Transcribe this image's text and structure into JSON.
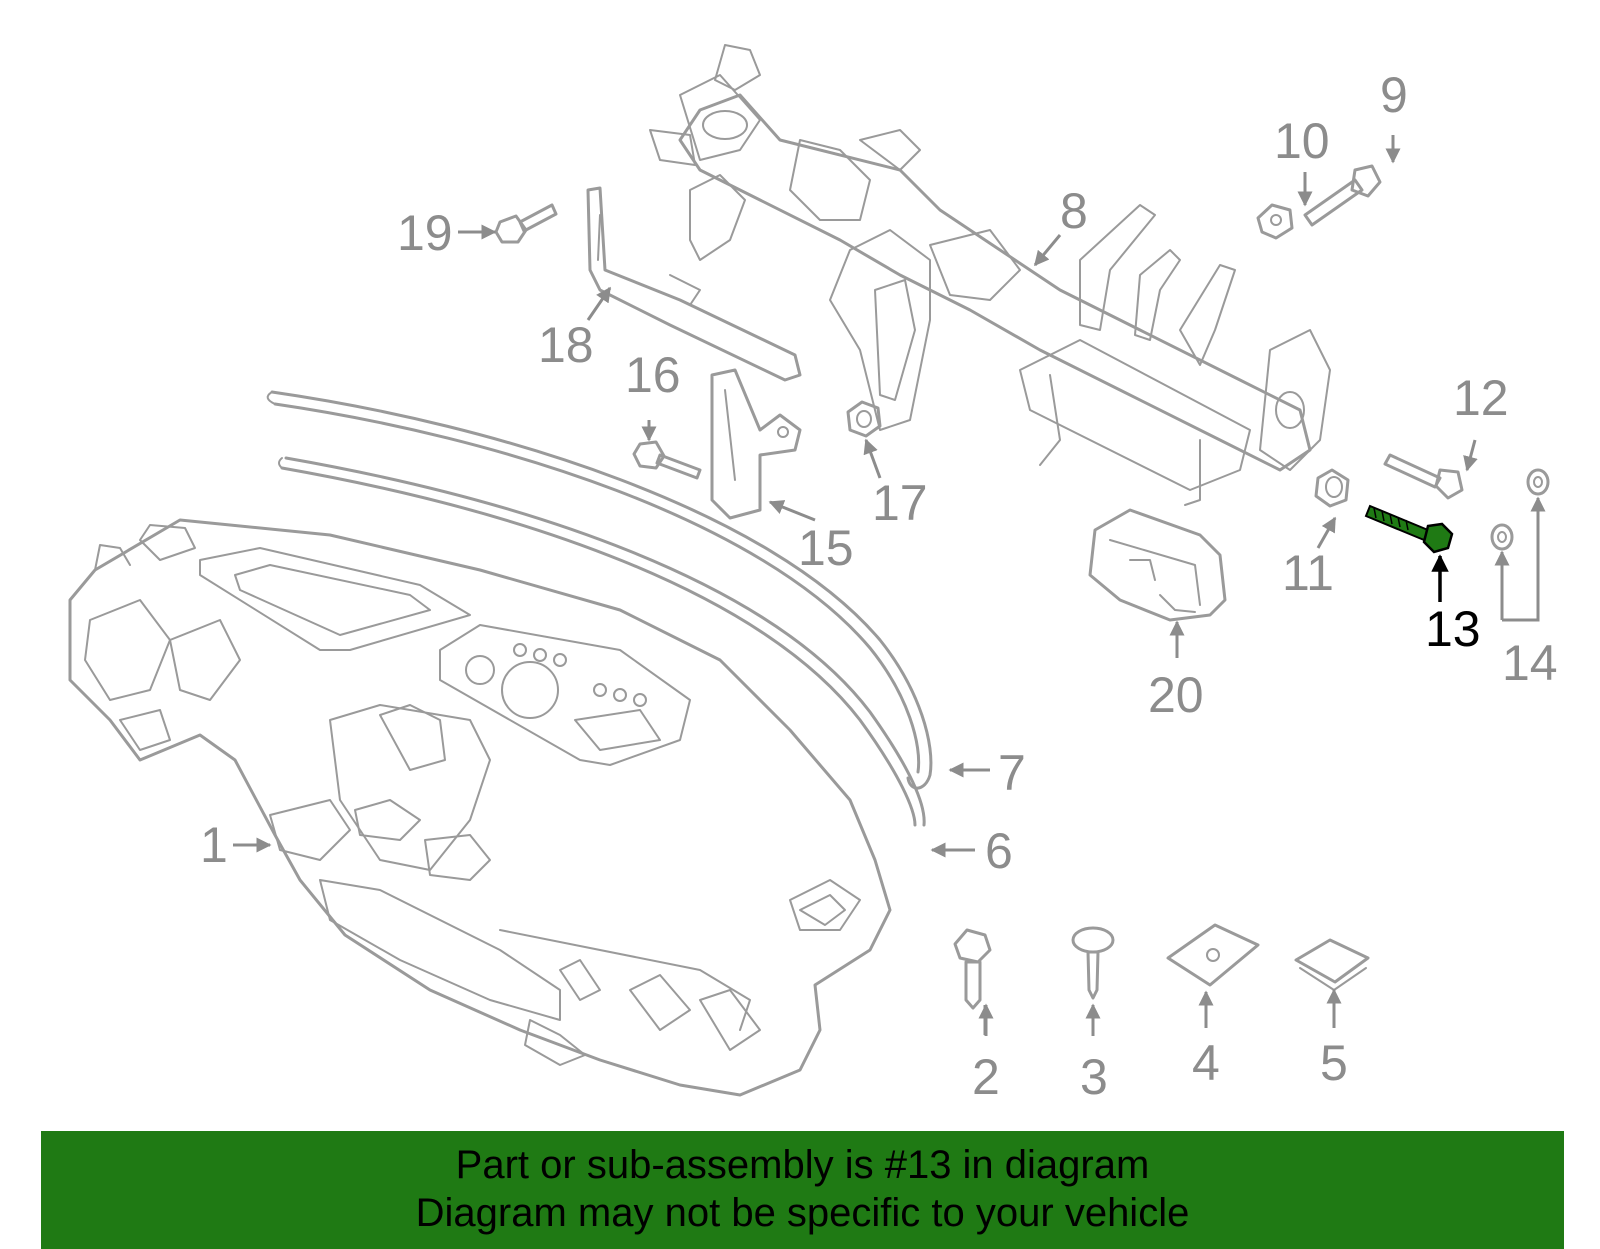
{
  "callouts": {
    "c1": "1",
    "c2": "2",
    "c3": "3",
    "c4": "4",
    "c5": "5",
    "c6": "6",
    "c7": "7",
    "c8": "8",
    "c9": "9",
    "c10": "10",
    "c11": "11",
    "c12": "12",
    "c13": "13",
    "c14": "14",
    "c15": "15",
    "c16": "16",
    "c17": "17",
    "c18": "18",
    "c19": "19",
    "c20": "20"
  },
  "highlighted_part": "13",
  "footer": {
    "line1": "Part or sub-assembly is #13 in diagram",
    "line2": "Diagram may not be specific to your vehicle"
  },
  "colors": {
    "footer_background": "#1f7a14",
    "highlight": "#1f7a14",
    "part_outline": "#9a9a9a",
    "callout_text": "#8c8c8c",
    "highlight_text": "#000000"
  }
}
